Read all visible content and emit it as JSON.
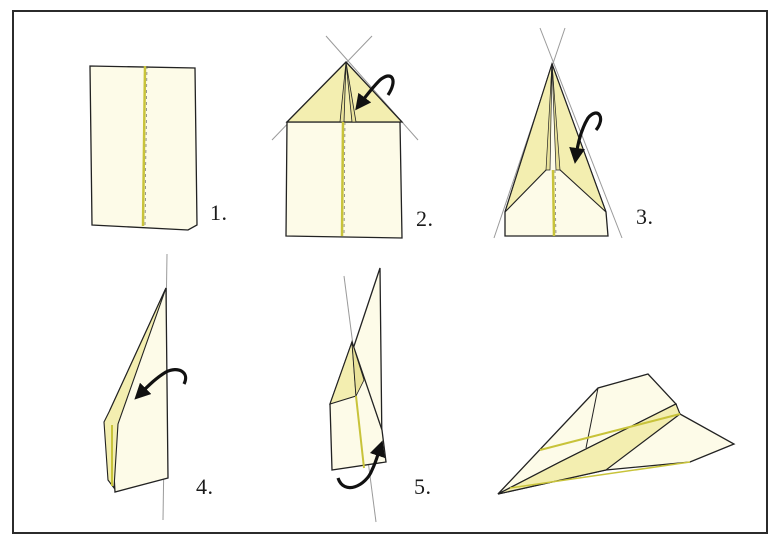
{
  "steps": [
    {
      "label": "1."
    },
    {
      "label": "2."
    },
    {
      "label": "3."
    },
    {
      "label": "4."
    },
    {
      "label": "5."
    }
  ],
  "colors": {
    "paper": "#fdfbe8",
    "shade": "#f3eeb0",
    "crease": "#c8c33a",
    "outline": "#222222",
    "guide": "#9a9a9a"
  }
}
